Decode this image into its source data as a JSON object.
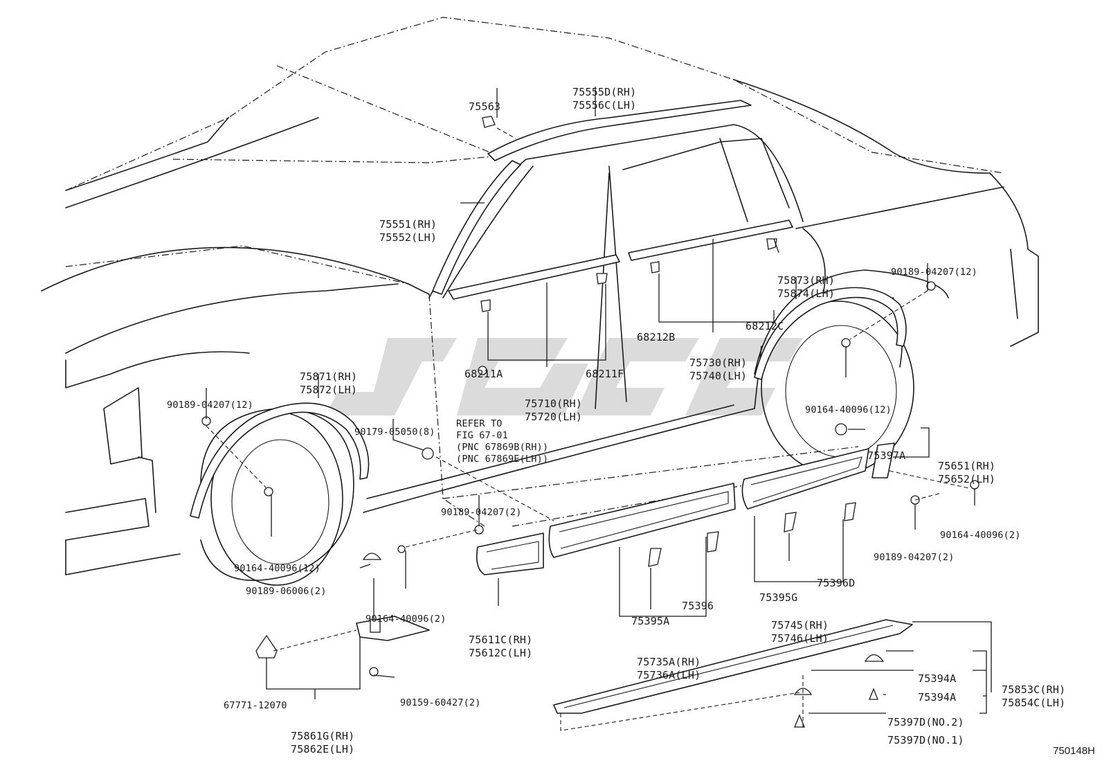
{
  "figure_code": "750148H",
  "callouts": [
    {
      "id": "c01",
      "lines": [
        "75555D(RH)",
        "75556C(LH)"
      ]
    },
    {
      "id": "c02",
      "lines": [
        "75563"
      ]
    },
    {
      "id": "c03",
      "lines": [
        "75551(RH)",
        "75552(LH)"
      ]
    },
    {
      "id": "c04",
      "lines": [
        "75873(RH)",
        "75874(LH)"
      ]
    },
    {
      "id": "c05",
      "lines": [
        "90189-04207(12)"
      ]
    },
    {
      "id": "c06",
      "lines": [
        "68212C"
      ]
    },
    {
      "id": "c07",
      "lines": [
        "68212B"
      ]
    },
    {
      "id": "c08",
      "lines": [
        "75730(RH)",
        "75740(LH)"
      ]
    },
    {
      "id": "c09",
      "lines": [
        "68211A"
      ]
    },
    {
      "id": "c10",
      "lines": [
        "68211F"
      ]
    },
    {
      "id": "c11",
      "lines": [
        "75710(RH)",
        "75720(LH)"
      ]
    },
    {
      "id": "c12",
      "lines": [
        "75871(RH)",
        "75872(LH)"
      ]
    },
    {
      "id": "c13",
      "lines": [
        "90189-04207(12)"
      ]
    },
    {
      "id": "c14",
      "lines": [
        "REFER TO",
        "FIG 67-01",
        "(PNC 67869B(RH))",
        "(PNC 67869E(LH))"
      ]
    },
    {
      "id": "c15",
      "lines": [
        "90179-05050(8)"
      ]
    },
    {
      "id": "c16",
      "lines": [
        "90164-40096(12)"
      ]
    },
    {
      "id": "c17",
      "lines": [
        "75397A"
      ]
    },
    {
      "id": "c18",
      "lines": [
        "75651(RH)",
        "75652(LH)"
      ]
    },
    {
      "id": "c19",
      "lines": [
        "90189-04207(2)"
      ]
    },
    {
      "id": "c20",
      "lines": [
        "90164-40096(2)"
      ]
    },
    {
      "id": "c21",
      "lines": [
        "90189-04207(2)"
      ]
    },
    {
      "id": "c22",
      "lines": [
        "90164-40096(12)"
      ]
    },
    {
      "id": "c23",
      "lines": [
        "90189-06006(2)"
      ]
    },
    {
      "id": "c24",
      "lines": [
        "90164-40096(2)"
      ]
    },
    {
      "id": "c25",
      "lines": [
        "75611C(RH)",
        "75612C(LH)"
      ]
    },
    {
      "id": "c26",
      "lines": [
        "75395A"
      ]
    },
    {
      "id": "c27",
      "lines": [
        "75396"
      ]
    },
    {
      "id": "c28",
      "lines": [
        "75735A(RH)",
        "75736A(LH)"
      ]
    },
    {
      "id": "c29",
      "lines": [
        "75395G"
      ]
    },
    {
      "id": "c30",
      "lines": [
        "75396D"
      ]
    },
    {
      "id": "c31",
      "lines": [
        "75745(RH)",
        "75746(LH)"
      ]
    },
    {
      "id": "c32",
      "lines": [
        "75394A"
      ]
    },
    {
      "id": "c33",
      "lines": [
        "75394A"
      ]
    },
    {
      "id": "c34",
      "lines": [
        "75853C(RH)",
        "75854C(LH)"
      ]
    },
    {
      "id": "c35",
      "lines": [
        "75397D(NO.2)"
      ]
    },
    {
      "id": "c36",
      "lines": [
        "75397D(NO.1)"
      ]
    },
    {
      "id": "c37",
      "lines": [
        "67771-12070"
      ]
    },
    {
      "id": "c38",
      "lines": [
        "90159-60427(2)"
      ]
    },
    {
      "id": "c39",
      "lines": [
        "75861G(RH)",
        "75862E(LH)"
      ]
    }
  ]
}
